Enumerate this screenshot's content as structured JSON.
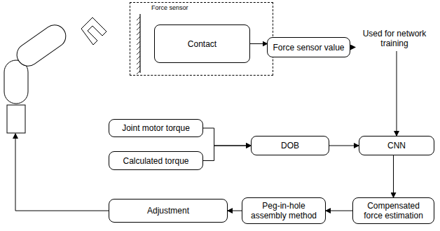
{
  "diagram": {
    "nodes": [
      {
        "text": [
          "Force sensor"
        ]
      },
      {
        "text": [
          "Contact"
        ],
        "in": 0
      },
      {
        "text": [
          "Force sensor value"
        ]
      },
      {
        "text": [
          "Used for network training"
        ]
      },
      {
        "text": [
          "Joint motor torque"
        ]
      },
      {
        "text": [
          "Calculated torque"
        ]
      },
      {
        "text": [
          "DOB"
        ]
      },
      {
        "text": [
          "CNN"
        ]
      },
      {
        "text": [
          "Compensated force estimation"
        ]
      },
      {
        "text": [
          "Peg-in-hole assembly method"
        ]
      },
      {
        "text": [
          "Adjustment"
        ]
      }
    ],
    "edges": [
      {
        "from": 1,
        "to": 2,
        "arrow": "to"
      },
      {
        "from": 2,
        "to": 3,
        "arrow": "to"
      },
      {
        "from": 3,
        "to": 7,
        "arrow": "to"
      },
      {
        "from": 4,
        "to": 6,
        "arrow": "to"
      },
      {
        "from": 5,
        "to": 6,
        "arrow": "to"
      },
      {
        "from": 6,
        "to": 7,
        "arrow": "to"
      },
      {
        "from": 7,
        "to": 8,
        "arrow": "to"
      },
      {
        "from": 8,
        "to": 9,
        "arrow": "to"
      },
      {
        "from": 9,
        "to": 10,
        "arrow": "to"
      }
    ]
  }
}
